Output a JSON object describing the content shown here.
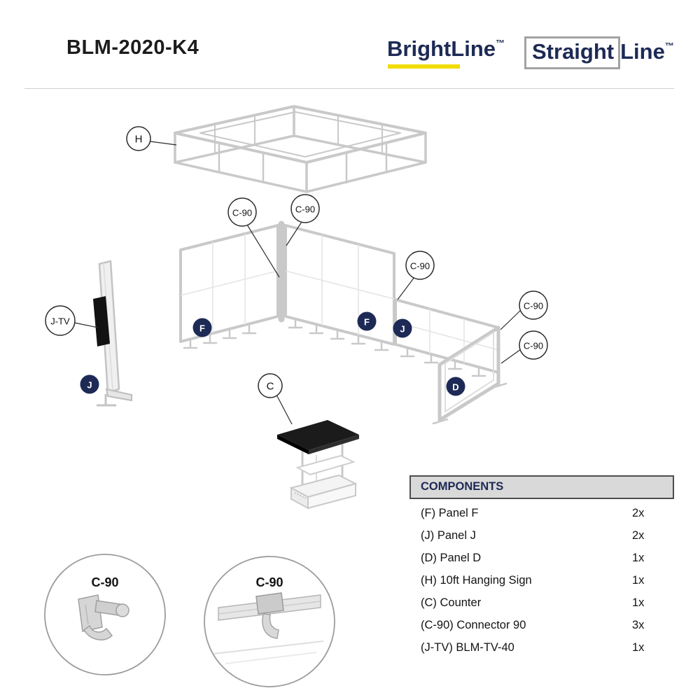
{
  "header": {
    "title": "BLM-2020-K4",
    "brightline": {
      "part1": "Bright",
      "part2": "Line",
      "tm": "™"
    },
    "straightline": {
      "part1": "Straight",
      "part2": "Line",
      "tm": "™"
    }
  },
  "colors": {
    "navy": "#1d2a55",
    "accent_yellow": "#f2dc00",
    "frame_gray": "#c9c9c9"
  },
  "diagram": {
    "callouts": {
      "hanging_sign": "H",
      "connector": "C-90",
      "panel_f": "F",
      "panel_j": "J",
      "panel_d": "D",
      "counter": "C",
      "tv_mount": "J-TV"
    }
  },
  "components": {
    "header": "COMPONENTS",
    "rows": [
      {
        "label": "(F) Panel F",
        "qty": "2x"
      },
      {
        "label": "(J) Panel J",
        "qty": "2x"
      },
      {
        "label": "(D) Panel D",
        "qty": "1x"
      },
      {
        "label": "(H) 10ft Hanging Sign",
        "qty": "1x"
      },
      {
        "label": "(C) Counter",
        "qty": "1x"
      },
      {
        "label": "(C-90) Connector 90",
        "qty": "3x"
      },
      {
        "label": "(J-TV) BLM-TV-40",
        "qty": "1x"
      }
    ]
  }
}
